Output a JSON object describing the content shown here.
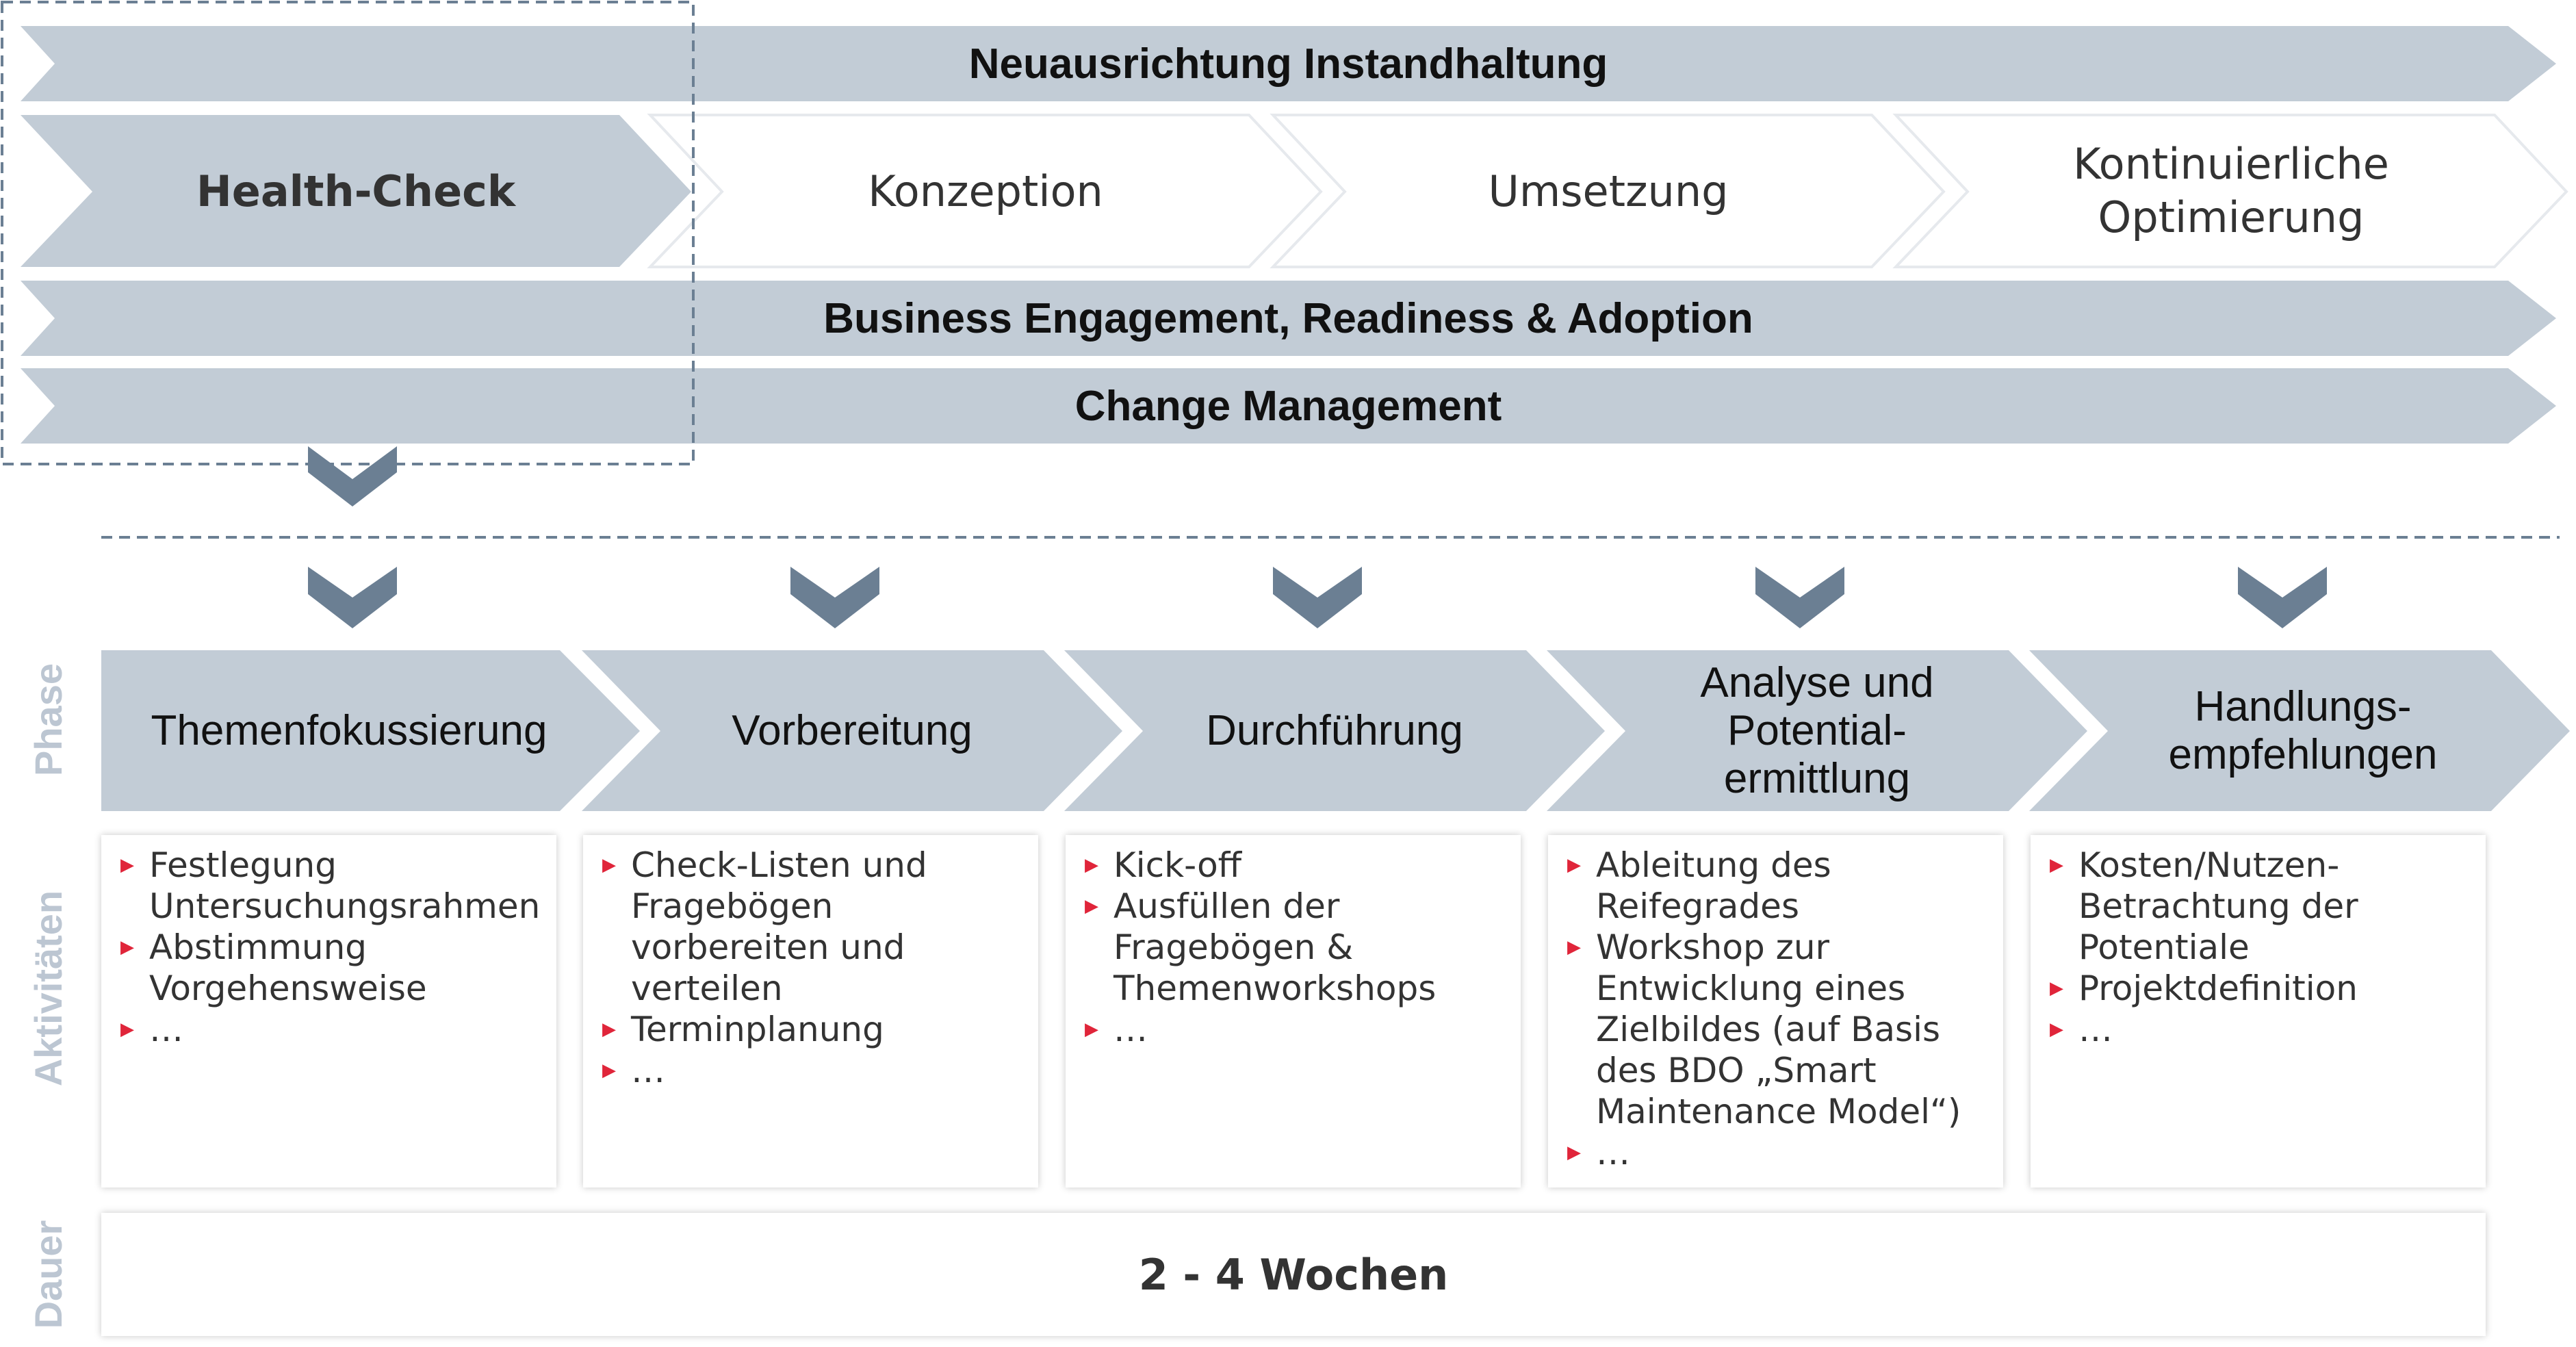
{
  "colors": {
    "band": "#c2ccd6",
    "phase": "#c2ccd6",
    "chevron": "#6b7f93",
    "bullet": "#e0253a",
    "side_label": "#bcc6d2"
  },
  "top_bands": [
    "Neuausrichtung Instandhaltung",
    "Business Engagement, Readiness & Adoption",
    "Change Management"
  ],
  "stages": [
    "Health-Check",
    "Konzeption",
    "Umsetzung",
    "Kontinuierliche Optimierung"
  ],
  "row_labels": {
    "phase": "Phase",
    "activities": "Aktivitäten",
    "duration": "Dauer"
  },
  "phases": [
    {
      "title": "Themenfokussierung",
      "activities": [
        "Festlegung Untersuchungsrahmen",
        "Abstimmung Vorgehensweise",
        "…"
      ]
    },
    {
      "title": "Vorbereitung",
      "activities": [
        "Check-Listen und Fragebögen vorbereiten und verteilen",
        "Terminplanung",
        "…"
      ]
    },
    {
      "title": "Durchführung",
      "activities": [
        "Kick-off",
        "Ausfüllen der Fragebögen & Themenworkshops",
        "…"
      ]
    },
    {
      "title": "Analyse und Potential-ermittlung",
      "activities": [
        "Ableitung des Reifegrades",
        "Workshop zur Entwicklung eines Zielbildes (auf Basis des BDO „Smart Maintenance Model“)",
        "…"
      ]
    },
    {
      "title": "Handlungs-empfehlungen",
      "activities": [
        "Kosten/Nutzen-Betrachtung der Potentiale",
        "Projektdefinition",
        "…"
      ]
    }
  ],
  "duration": "2 - 4 Wochen"
}
